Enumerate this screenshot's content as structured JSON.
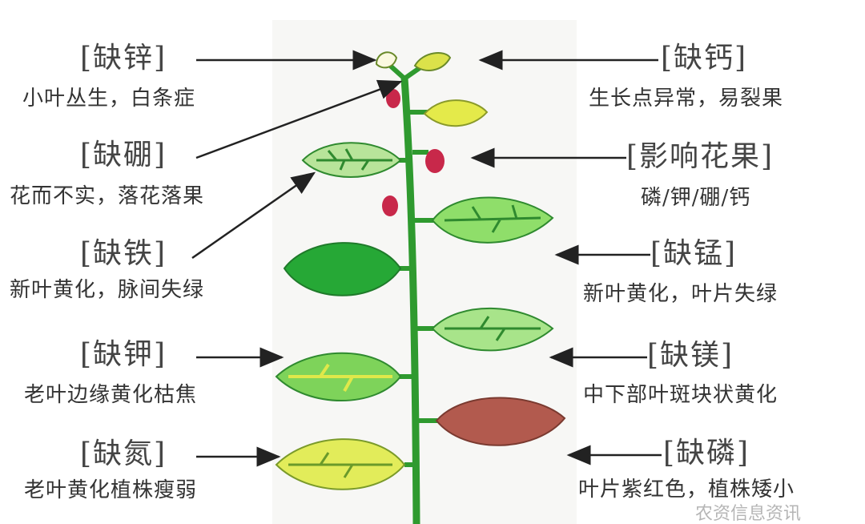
{
  "left": [
    {
      "label": "[缺锌]",
      "desc": "小叶丛生，白条症"
    },
    {
      "label": "[缺硼]",
      "desc": "花而不实，落花落果"
    },
    {
      "label": "[缺铁]",
      "desc": "新叶黄化，脉间失绿"
    },
    {
      "label": "[缺钾]",
      "desc": "老叶边缘黄化枯焦"
    },
    {
      "label": "[缺氮]",
      "desc": "老叶黄化植株瘦弱"
    }
  ],
  "right": [
    {
      "label": "[缺钙]",
      "desc": "生长点异常，易裂果"
    },
    {
      "label": "[影响花果]",
      "desc": "磷/钾/硼/钙"
    },
    {
      "label": "[缺锰]",
      "desc": "新叶黄化，叶片失绿"
    },
    {
      "label": "[缺镁]",
      "desc": "中下部叶斑块状黄化"
    },
    {
      "label": "[缺磷]",
      "desc": "叶片紫红色，植株矮小"
    }
  ],
  "watermark": "农资信息资讯",
  "colors": {
    "stem": "#2f9a2f",
    "berry": "#c8284a",
    "purple_leaf": "#b25a4e",
    "yellow_leaf": "#e4ea4a"
  }
}
